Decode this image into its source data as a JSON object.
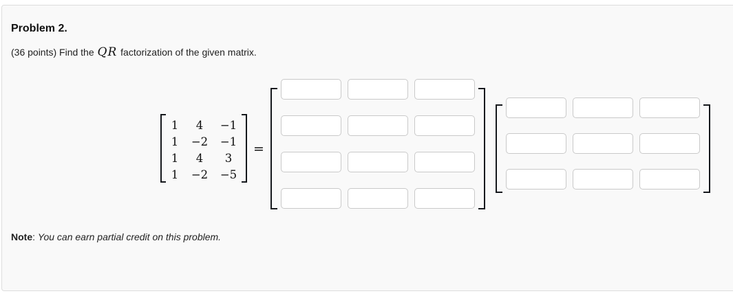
{
  "problem": {
    "title": "Problem 2.",
    "statement_prefix": "(36 points) Find the ",
    "statement_math": "QR",
    "statement_suffix": " factorization of the given matrix.",
    "equals_sign": "=",
    "note_label": "Note",
    "note_separator": ": ",
    "note_text": "You can earn partial credit on this problem."
  },
  "given_matrix": {
    "rows": [
      [
        "1",
        "4",
        "−1"
      ],
      [
        "1",
        "−2",
        "−1"
      ],
      [
        "1",
        "4",
        "3"
      ],
      [
        "1",
        "−2",
        "−5"
      ]
    ]
  },
  "answer_q_matrix": {
    "rows": 4,
    "cols": 3,
    "entries": [
      [
        "",
        "",
        ""
      ],
      [
        "",
        "",
        ""
      ],
      [
        "",
        "",
        ""
      ],
      [
        "",
        "",
        ""
      ]
    ]
  },
  "answer_r_matrix": {
    "rows": 3,
    "cols": 3,
    "entries": [
      [
        "",
        "",
        ""
      ],
      [
        "",
        "",
        ""
      ],
      [
        "",
        "",
        ""
      ]
    ]
  },
  "colors": {
    "panel_background": "#f9f9f9",
    "panel_border": "#dddddd",
    "input_background": "#ffffff",
    "input_border": "#c9c9c9",
    "bracket": "#15181c",
    "text": "#212121"
  }
}
